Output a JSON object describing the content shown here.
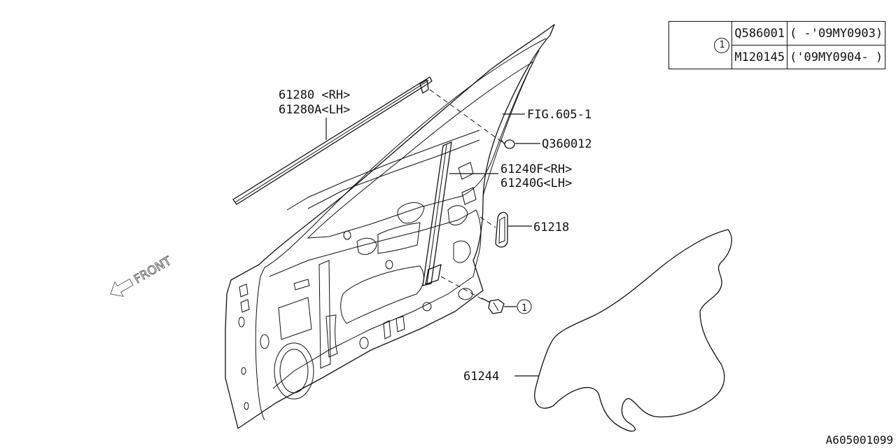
{
  "callouts": {
    "moulding_rh": "61280  <RH>",
    "moulding_lh": "61280A<LH>",
    "fig_ref": "FIG.605-1",
    "clip": "Q360012",
    "sash_rh": "61240F<RH>",
    "sash_lh": "61240G<LH>",
    "seal": "61218",
    "bolt_ref": "1",
    "sealing_cover": "61244"
  },
  "front_label": "FRONT",
  "parts_table": {
    "ref": "1",
    "rows": [
      {
        "part_no": "Q586001",
        "applicability": "( -'09MY0903)"
      },
      {
        "part_no": "M120145",
        "applicability": "('09MY0904- )"
      }
    ]
  },
  "figure_id": "A605001099"
}
